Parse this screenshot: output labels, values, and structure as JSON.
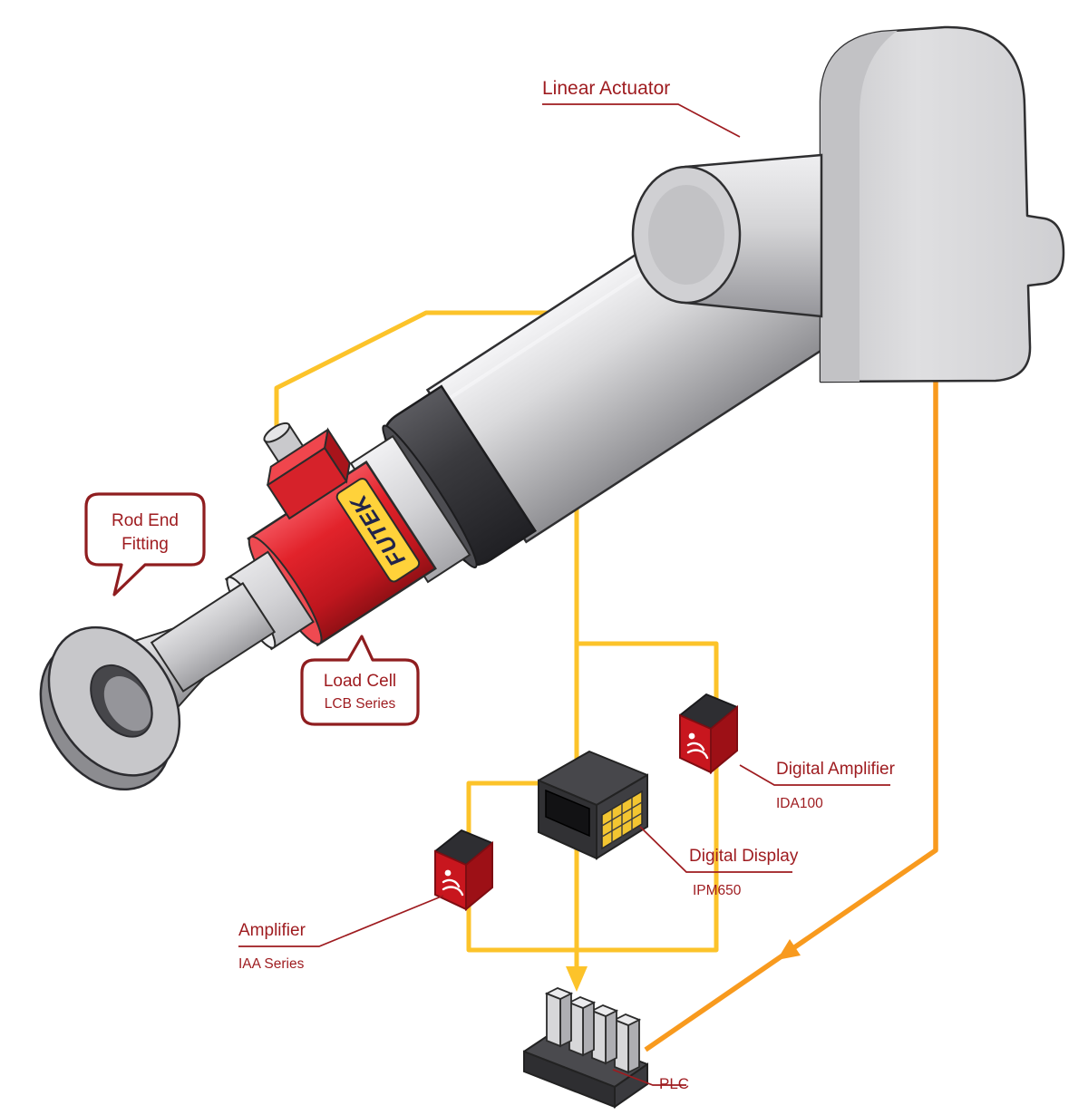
{
  "diagram": {
    "brand_label": "FUTEK",
    "labels": {
      "linear_actuator": "Linear Actuator",
      "rod_end_line1": "Rod End",
      "rod_end_line2": "Fitting",
      "load_cell_line1": "Load Cell",
      "load_cell_line2": "LCB Series",
      "amplifier_line1": "Amplifier",
      "amplifier_line2": "IAA Series",
      "digital_amplifier_line1": "Digital Amplifier",
      "digital_amplifier_line2": "IDA100",
      "digital_display_line1": "Digital Display",
      "digital_display_line2": "IPM650",
      "plc": "PLC"
    },
    "colors": {
      "label_red": "#9E1B1F",
      "callout_border_red": "#8F1D1F",
      "wire_yellow": "#FCC32A",
      "wire_orange": "#F89A1E",
      "load_cell_red": "#E2232B",
      "keypad_yellow": "#F2C531",
      "metal_light_gray": "#D8D8DA",
      "housing_dark_gray": "#3C3C40"
    }
  }
}
